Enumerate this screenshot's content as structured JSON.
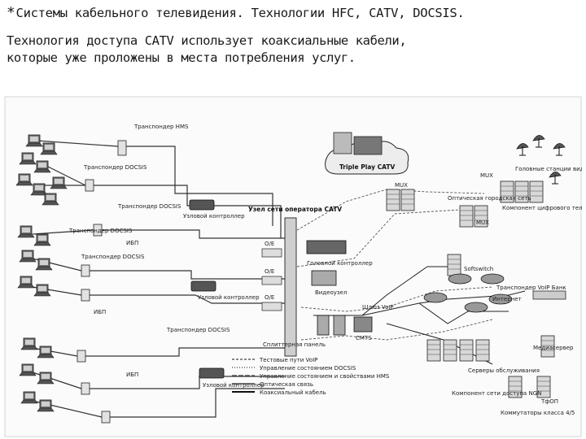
{
  "header": {
    "bullet": "*",
    "title": "Системы кабельного телевидения. Технологии HFC, CATV, DOCSIS.",
    "line1": "Технология доступа CATV использует коаксиальные кабели,",
    "line2": "которые уже проложены в места потребления услуг."
  },
  "diagram": {
    "cloud_label": "Triple Play CATV",
    "left_labels": {
      "hms": "Транспондер HMS",
      "docsis_1": "Транспондер DOCSIS",
      "docsis_2": "Транспондер DOCSIS",
      "docsis_3": "Транспондер DOCSIS",
      "docsis_4": "Транспондер DOCSIS",
      "docsis_5": "Транспондер DOCSIS",
      "isp_1": "ИБП",
      "isp_2": "ИБП",
      "isp_3": "ИБП",
      "node_1": "Узловой контроллер",
      "node_2": "Узловой контроллер",
      "node_3": "Узловой контроллер"
    },
    "center_labels": {
      "operator_node": "Узел сети оператора CATV",
      "head_ctrl": "Головной контроллер",
      "video": "Видеоузел",
      "voip_gw": "Шлюз VoIP",
      "cmts": "CMTS",
      "splitter": "Сплиттерная панель",
      "o_e_1": "O/E",
      "o_e_2": "O/E",
      "o_e_3": "O/E"
    },
    "right_labels": {
      "head_stations": "Головные станции видео",
      "mux_1": "MUX",
      "mux_2": "MUX",
      "mux_3": "MUX",
      "optic_ring": "Оптическая городская сеть",
      "digital_tv": "Компонент цифрового телевидения DOCSIS",
      "softswitch": "Softswitch",
      "transponder_voip": "Транспондер VoIP Банк",
      "internet": "Интернет",
      "mediaserver": "Медиасервер",
      "service_servers": "Серверы обслуживания",
      "ngn": "Компонент сети доступа NGN",
      "tfop": "ТфОП",
      "switches": "Коммутаторы класса 4/5"
    },
    "legend": [
      "Тестовые пути VoIP",
      "Управление состоянием DOCSIS",
      "Управление состоянием и свойствами HMS",
      "Оптическая связь",
      "Коаксиальный кабель"
    ]
  }
}
